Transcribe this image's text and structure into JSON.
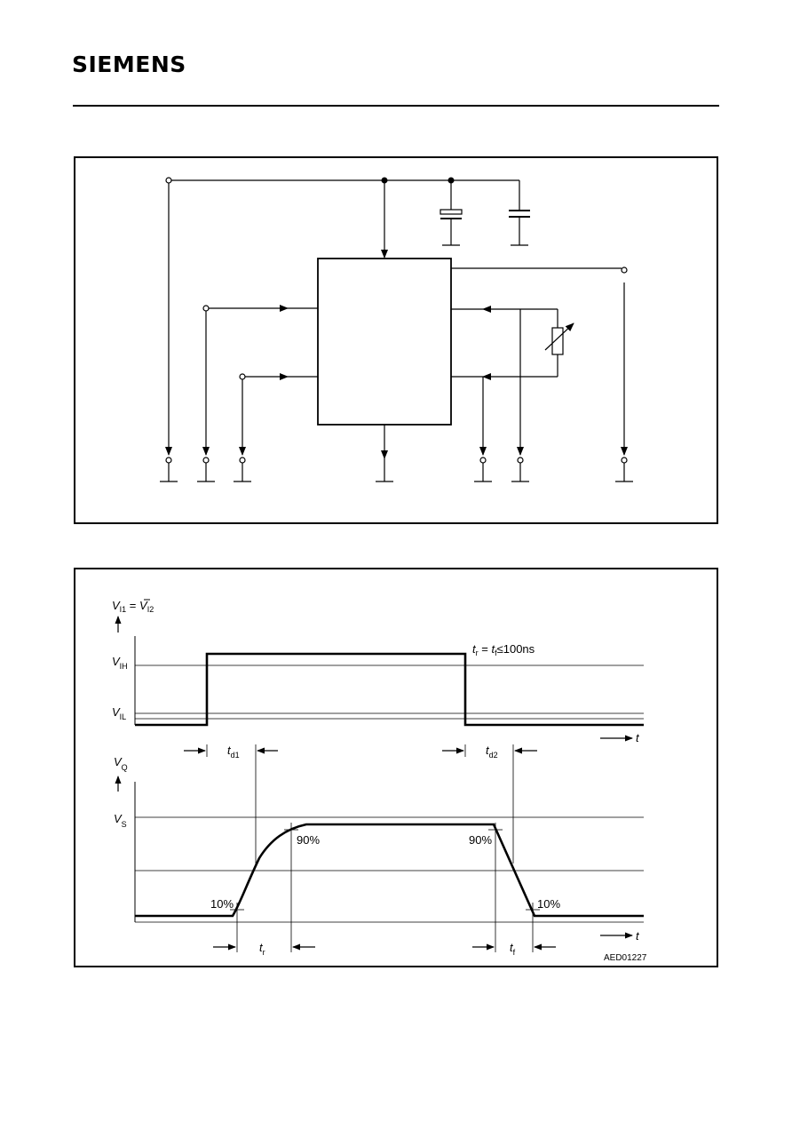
{
  "header": {
    "logo_text": "SIEMENS"
  },
  "timing": {
    "input_axis": {
      "v": "V",
      "sub1": "I1",
      "eq": " = ",
      "v2": "V",
      "sub2": "I2"
    },
    "vih": {
      "v": "V",
      "sub": "IH"
    },
    "vil": {
      "v": "V",
      "sub": "IL"
    },
    "rise_fall_spec": {
      "t1": "t",
      "s1": "r",
      "eq": " = ",
      "t2": "t",
      "s2": "f",
      "rest": "≤100ns"
    },
    "time_label": "t",
    "td1": {
      "t": "t",
      "sub": "d1"
    },
    "td2": {
      "t": "t",
      "sub": "d2"
    },
    "vq": {
      "v": "V",
      "sub": "Q"
    },
    "vs": {
      "v": "V",
      "sub": "S"
    },
    "p90_left": "90%",
    "p90_right": "90%",
    "p10_left": "10%",
    "p10_right": "10%",
    "tr": {
      "t": "t",
      "sub": "r"
    },
    "tf": {
      "t": "t",
      "sub": "f"
    },
    "figure_code": "AED01227"
  }
}
